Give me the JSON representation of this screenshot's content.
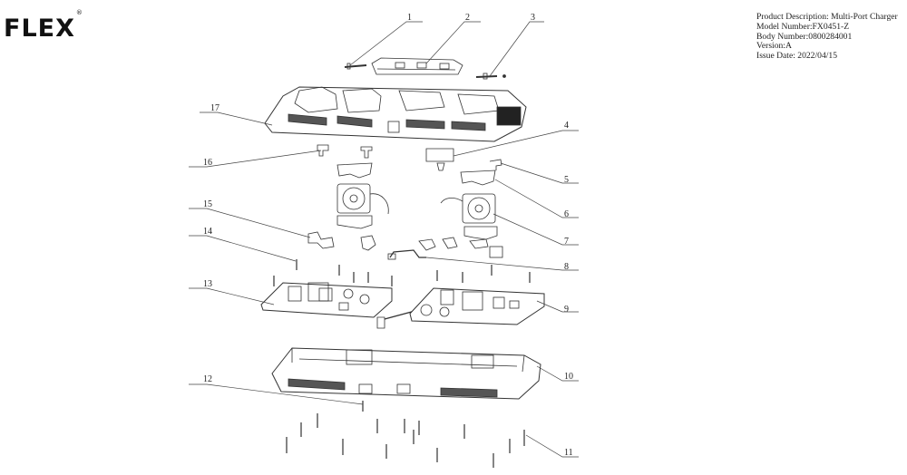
{
  "brand": {
    "name": "FLEX",
    "mark": "®"
  },
  "info": {
    "product_description": "Product Description: Multi-Port Charger",
    "model_number": "Model Number:FX0451-Z",
    "body_number": "Body Number:0800284001",
    "version": "Version:A",
    "issue_date": "Issue Date: 2022/04/15"
  },
  "callouts": [
    "1",
    "2",
    "3",
    "4",
    "5",
    "6",
    "7",
    "8",
    "9",
    "10",
    "11",
    "12",
    "13",
    "14",
    "15",
    "16",
    "17"
  ],
  "colors": {
    "ink": "#222222",
    "line": "#333333"
  }
}
